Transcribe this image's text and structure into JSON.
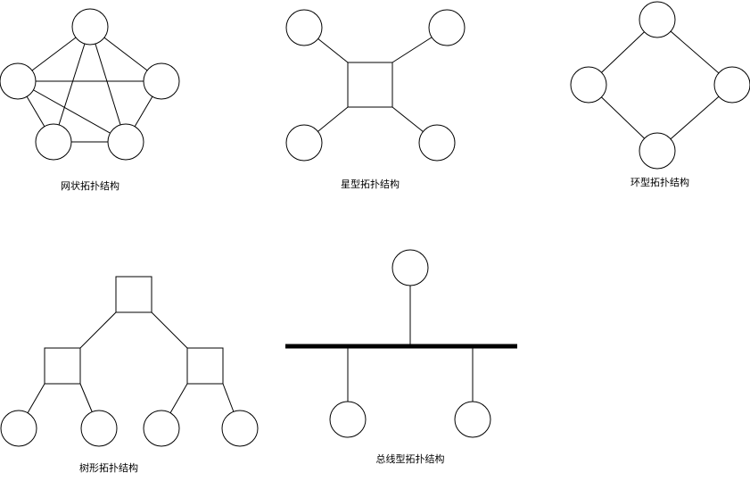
{
  "diagrams": {
    "mesh": {
      "caption": "网状拓扑结构"
    },
    "star": {
      "caption": "星型拓扑结构"
    },
    "ring": {
      "caption": "环型拓扑结构"
    },
    "tree": {
      "caption": "树形拓扑结构"
    },
    "bus": {
      "caption": "总线型拓扑结构"
    }
  },
  "colors": {
    "stroke": "#000000",
    "fill": "#ffffff",
    "background": "#ffffff"
  }
}
